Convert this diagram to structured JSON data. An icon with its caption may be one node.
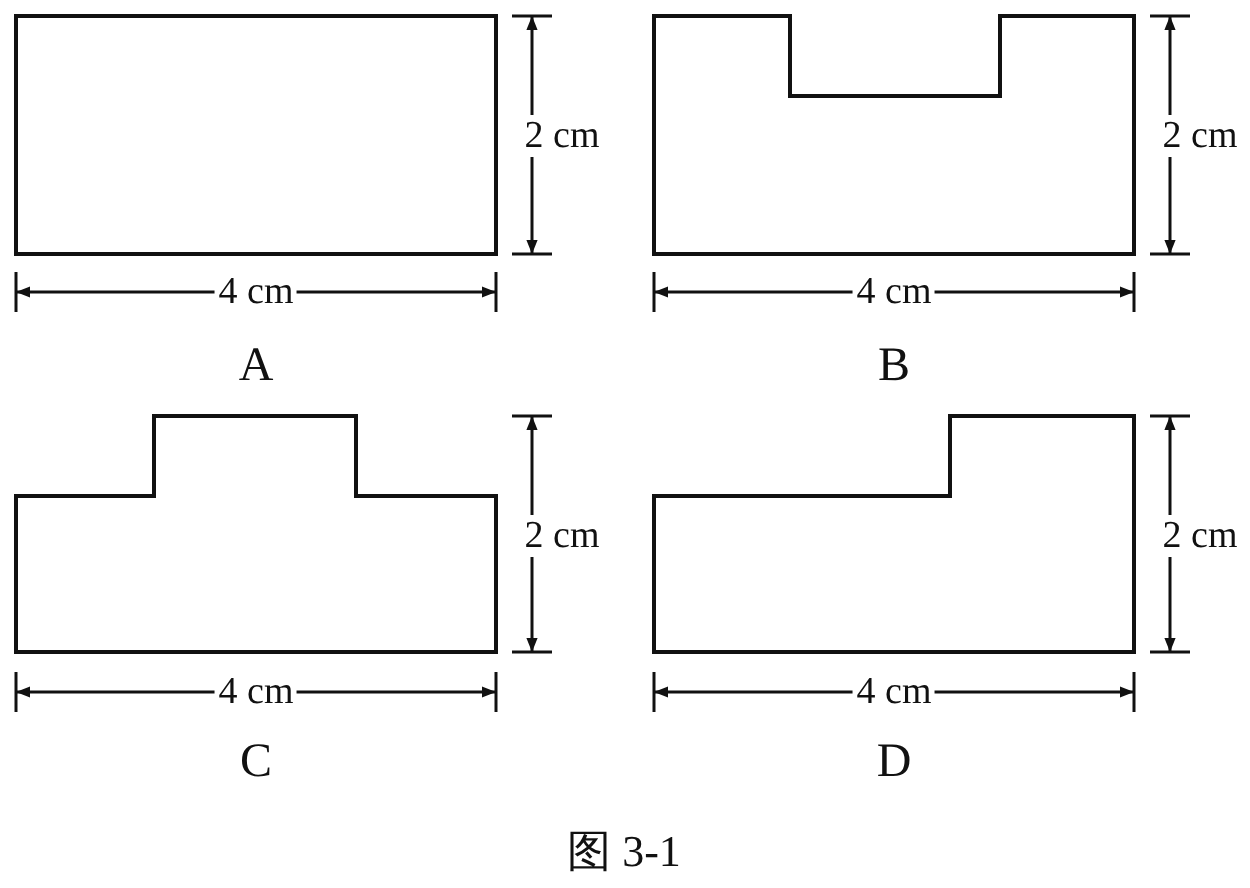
{
  "diagram": {
    "caption": "图 3-1",
    "nodes": [
      {
        "text": [],
        "shape": "box"
      },
      {
        "text": [],
        "shape": "box"
      },
      {
        "text": [],
        "shape": "box"
      },
      {
        "text": [],
        "shape": "box"
      }
    ],
    "labels": [
      "2 cm",
      "2 cm",
      "4 cm",
      "4 cm",
      "A",
      "B",
      "2 cm",
      "2 cm",
      "4 cm",
      "4 cm",
      "C",
      "D"
    ]
  }
}
